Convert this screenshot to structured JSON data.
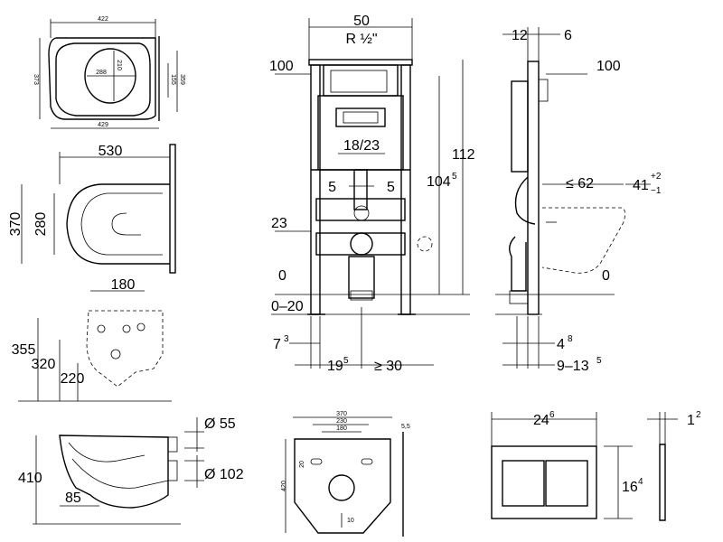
{
  "seat": {
    "outer_width": "422",
    "depth": "373",
    "inner_width": "288",
    "inner_depth": "210",
    "rear_width": "429",
    "right_depth": "359",
    "right_inner": "155"
  },
  "bowl_top": {
    "length": "530",
    "width": "370",
    "inner": "280"
  },
  "bowl_rear": {
    "hole_spacing": "180",
    "h1": "355",
    "h2": "320",
    "h3": "220"
  },
  "bowl_side": {
    "height": "410",
    "inlet": "Ø 55",
    "outlet": "Ø 102",
    "offset": "85"
  },
  "frame": {
    "width": "50",
    "thread": "R ½\"",
    "inner_spacing": "18/23",
    "left_offset": "5",
    "right_offset": "5",
    "level_top": "100",
    "level_23": "23",
    "level_0": "0",
    "range_0_20": "0–20",
    "height_112": "112",
    "height_104": "104",
    "height_104_sup": "5",
    "bottom_left": "7",
    "bottom_left_sup": "3",
    "bottom_mid": "19",
    "bottom_mid_sup": "5",
    "bottom_right": "≥ 30"
  },
  "side": {
    "top_a": "12",
    "top_b": "6",
    "level_top": "100",
    "projection": "≤ 62",
    "seat_height": "41",
    "seat_height_plus": "+2",
    "seat_height_minus": "−1",
    "level_0": "0",
    "bot_right": "4",
    "bot_right_sup": "8",
    "bot_range": "9–13",
    "bot_range_sup": "5"
  },
  "mat": {
    "width": "370",
    "inner": "230",
    "hole": "180",
    "height": "420",
    "thickness": "5,5",
    "hole_label": "20",
    "bottom": "10"
  },
  "plate": {
    "width": "24",
    "width_sup": "6",
    "height": "16",
    "height_sup": "4",
    "depth": "1",
    "depth_sup": "2"
  }
}
